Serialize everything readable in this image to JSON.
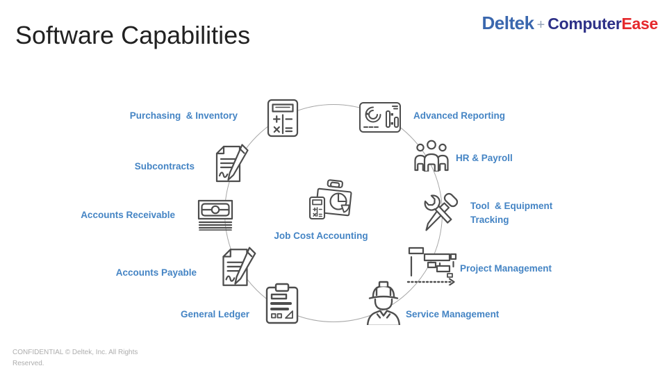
{
  "slide": {
    "title": "Software Capabilities",
    "footer": "CONFIDENTIAL © Deltek, Inc. All Rights Reserved."
  },
  "logo": {
    "deltek": "Deltek",
    "plus": "+",
    "computer": "Computer",
    "ease": "Ease"
  },
  "diagram": {
    "center": {
      "label": "Job Cost Accounting",
      "icon": "job-cost-folder-icon"
    },
    "items": [
      {
        "label": "Purchasing  & Inventory",
        "icon": "calculator-icon",
        "position": "top-left"
      },
      {
        "label": "Subcontracts",
        "icon": "signed-document-icon",
        "position": "upper-left"
      },
      {
        "label": "Accounts Receivable",
        "icon": "banknote-icon",
        "position": "left"
      },
      {
        "label": "Accounts Payable",
        "icon": "signed-document-icon",
        "position": "lower-left"
      },
      {
        "label": "General Ledger",
        "icon": "clipboard-checklist-icon",
        "position": "bottom-left"
      },
      {
        "label": "Advanced Reporting",
        "icon": "report-dashboard-icon",
        "position": "top-right"
      },
      {
        "label": "HR & Payroll",
        "icon": "team-people-icon",
        "position": "upper-right"
      },
      {
        "label": "Tool  & Equipment\nTracking",
        "icon": "crossed-tools-icon",
        "position": "right"
      },
      {
        "label": "Project Management",
        "icon": "gantt-chart-icon",
        "position": "lower-right"
      },
      {
        "label": "Service Management",
        "icon": "construction-worker-icon",
        "position": "bottom-right"
      }
    ]
  },
  "theme": {
    "accent": "#4484c4",
    "ink": "#4d4d4d",
    "arc": "#a6a6a6",
    "muted": "#adadad",
    "title": "#212121",
    "deltek": "#3a67ae",
    "plus": "#93a2b8",
    "navy": "#2d3087",
    "red": "#e5282c"
  }
}
